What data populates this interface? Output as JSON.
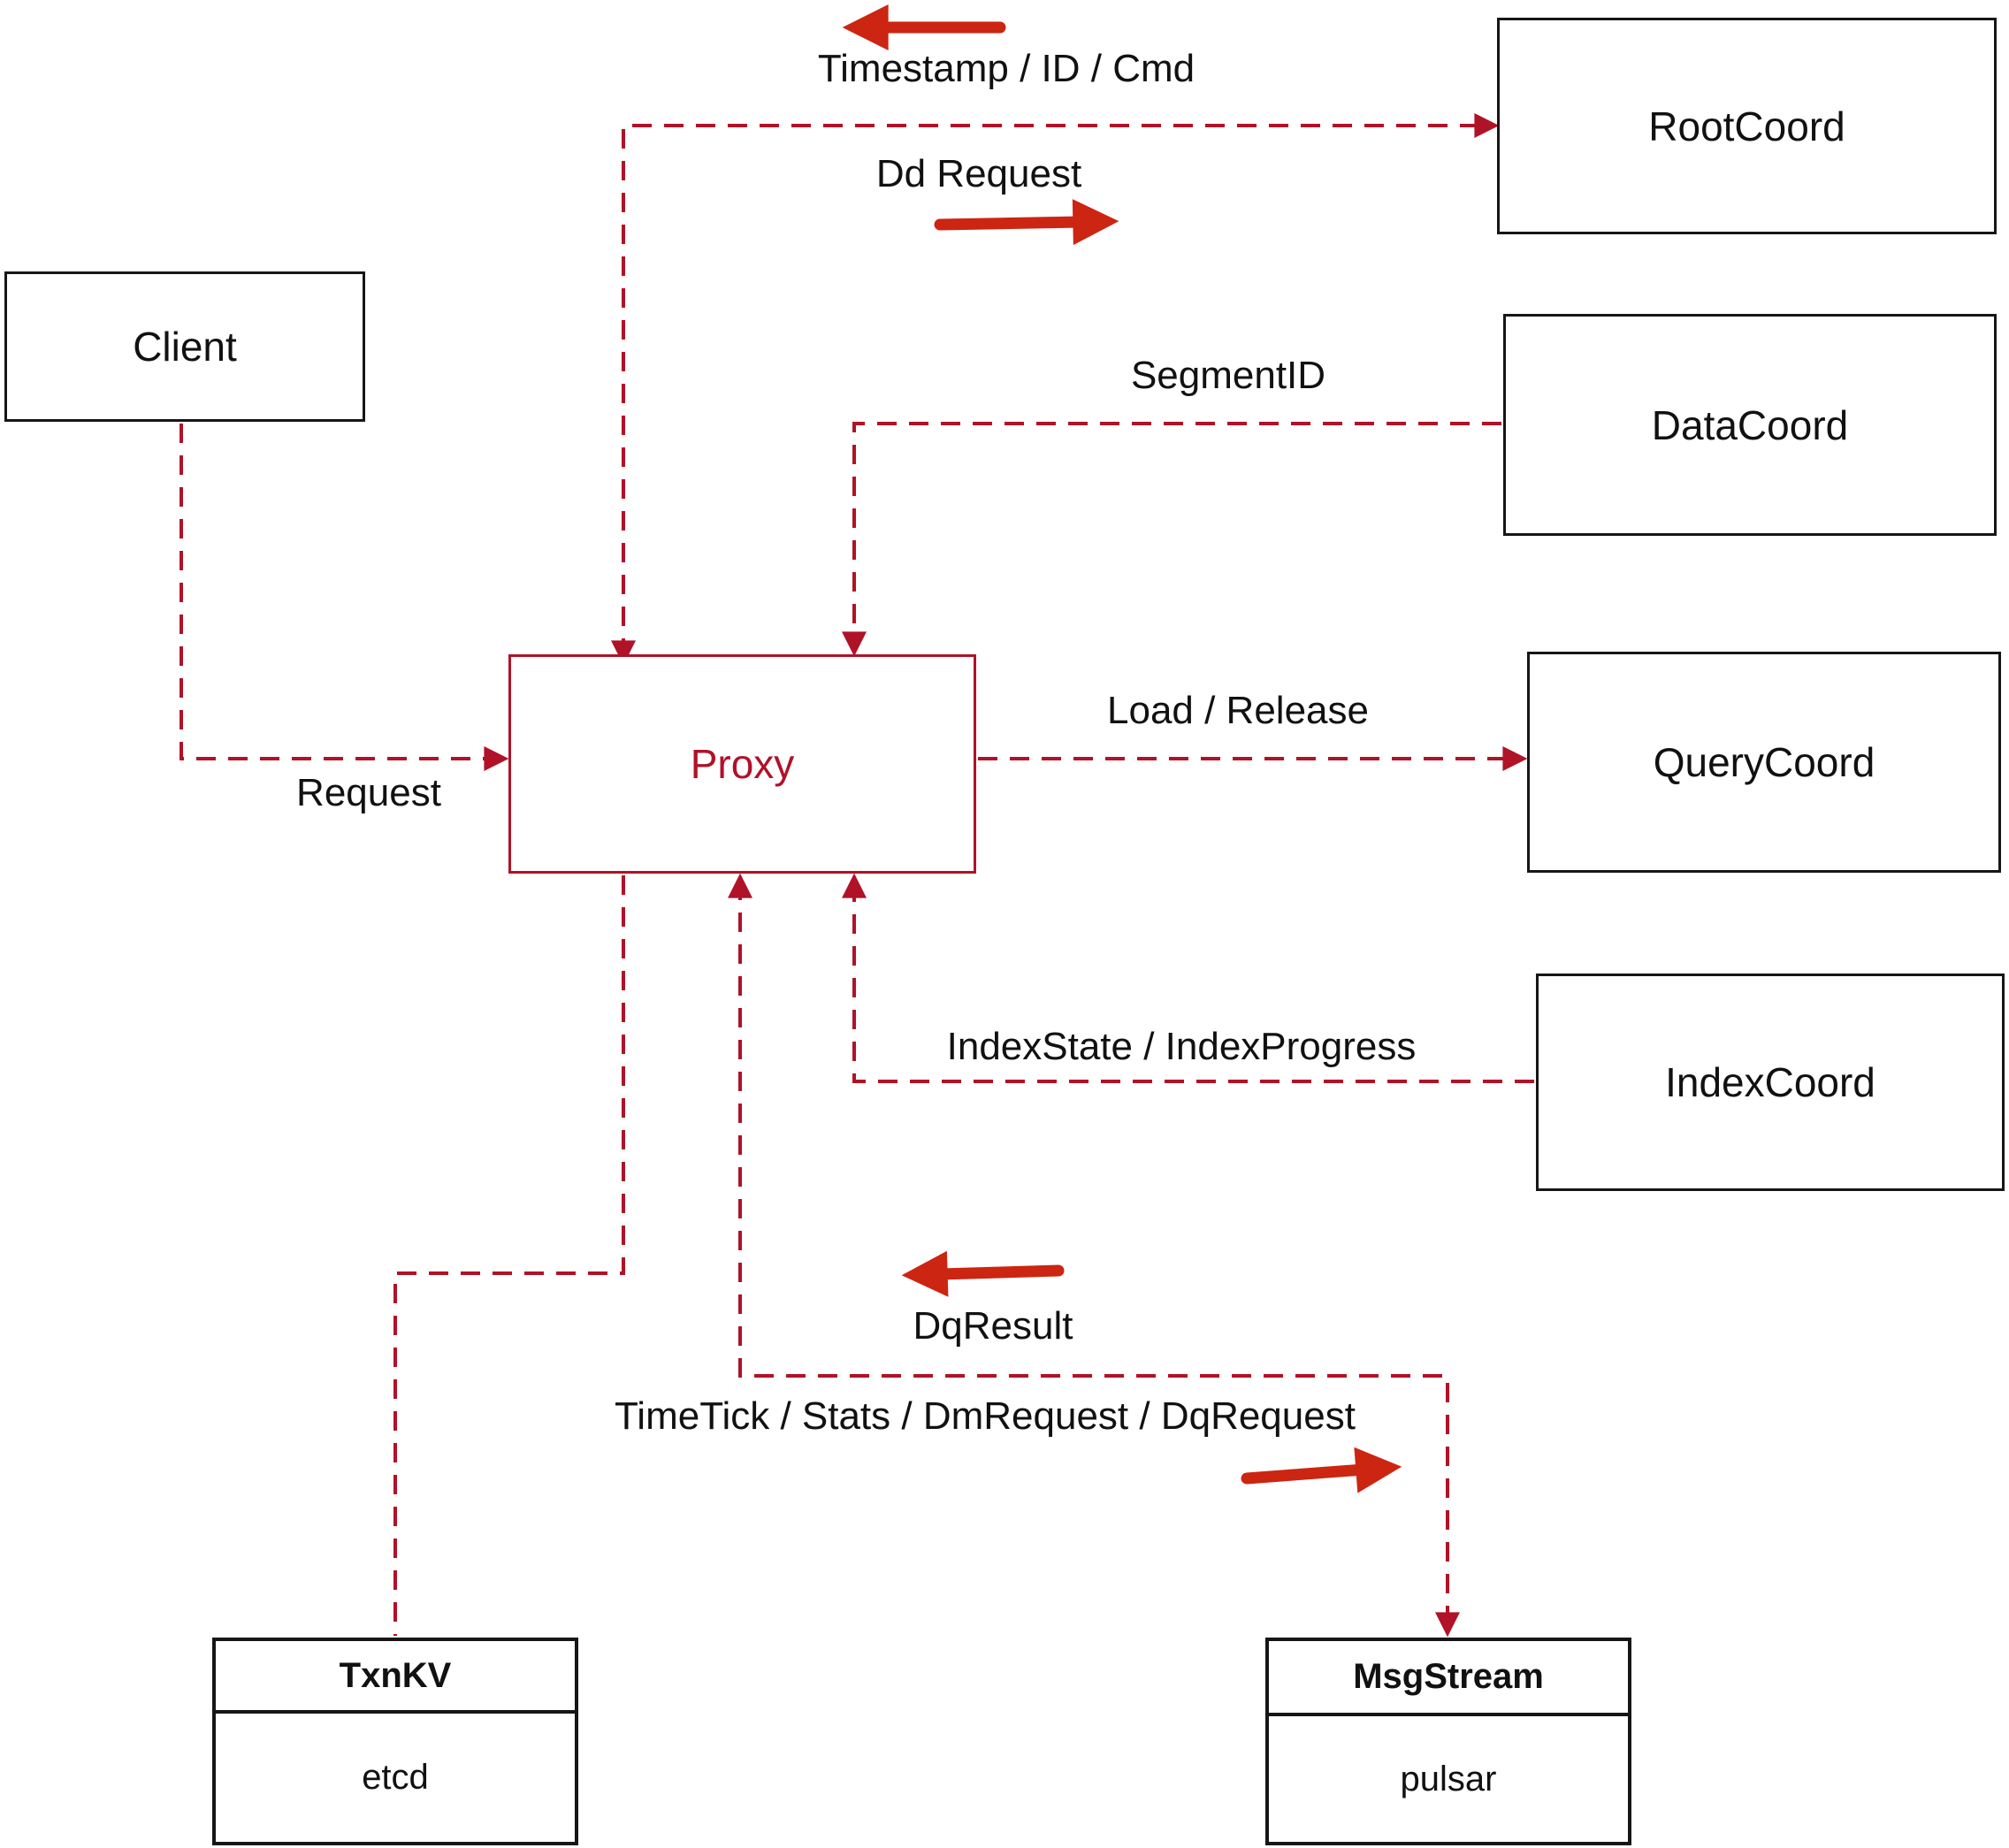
{
  "diagram": {
    "nodes": {
      "client": {
        "label": "Client"
      },
      "proxy": {
        "label": "Proxy"
      },
      "rootcoord": {
        "label": "RootCoord"
      },
      "datacoord": {
        "label": "DataCoord"
      },
      "querycoord": {
        "label": "QueryCoord"
      },
      "indexcoord": {
        "label": "IndexCoord"
      },
      "txnkv": {
        "title": "TxnKV",
        "impl": "etcd"
      },
      "msgstream": {
        "title": "MsgStream",
        "impl": "pulsar"
      }
    },
    "edge_labels": {
      "timestamp_id_cmd": "Timestamp / ID / Cmd",
      "dd_request": "Dd Request",
      "segment_id": "SegmentID",
      "request": "Request",
      "load_release": "Load / Release",
      "index_state": "IndexState / IndexProgress",
      "dq_result": "DqResult",
      "time_tick": "TimeTick / Stats / DmRequest / DqRequest"
    },
    "colors": {
      "dashed_line": "#b01228",
      "proxy_accent": "#b01228",
      "solid_arrow": "#cc2512",
      "box_border": "#161616",
      "text": "#111111",
      "background": "#ffffff"
    }
  }
}
